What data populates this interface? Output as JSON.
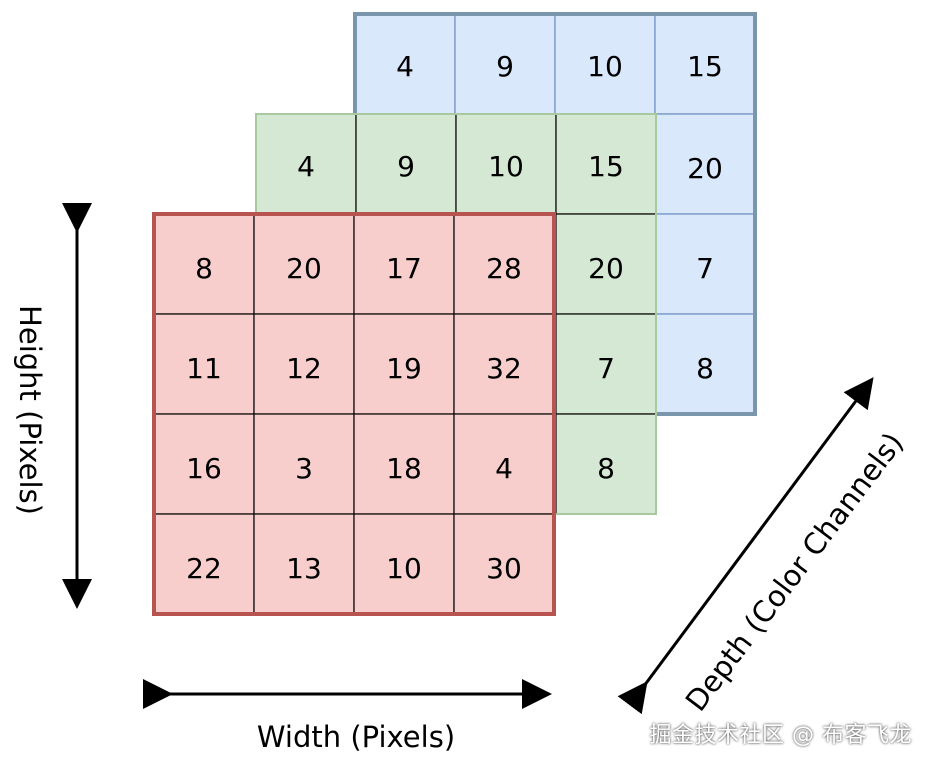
{
  "layers": {
    "blue": {
      "fill": "#dae8fc",
      "border": "#6c8ebf",
      "outline": "#7a96ac",
      "rows": [
        [
          "4",
          "9",
          "10",
          "15"
        ],
        [
          "",
          "",
          "",
          "20"
        ],
        [
          "",
          "",
          "",
          "7"
        ],
        [
          "",
          "",
          "",
          "8"
        ]
      ]
    },
    "green": {
      "fill": "#d5e8d4",
      "border": "#82b366",
      "outline": "#a8c8a0",
      "rows": [
        [
          "4",
          "9",
          "10",
          "15"
        ],
        [
          "",
          "",
          "",
          "20"
        ],
        [
          "",
          "",
          "",
          "7"
        ],
        [
          "",
          "",
          "",
          "8"
        ]
      ]
    },
    "red": {
      "fill": "#f8cecc",
      "border": "#000000",
      "outline": "#b85450",
      "rows": [
        [
          "8",
          "20",
          "17",
          "28"
        ],
        [
          "11",
          "12",
          "19",
          "32"
        ],
        [
          "16",
          "3",
          "18",
          "4"
        ],
        [
          "22",
          "13",
          "10",
          "30"
        ]
      ]
    }
  },
  "axes": {
    "height_label": "Height (Pixels)",
    "width_label": "Width (Pixels)",
    "depth_label": "Depth (Color Channels)"
  },
  "watermark": "掘金技术社区 @ 布客飞龙"
}
